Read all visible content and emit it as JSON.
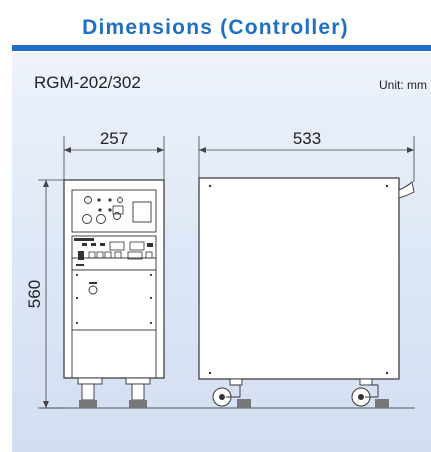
{
  "header": {
    "title": "Dimensions (Controller)"
  },
  "model": {
    "name": "RGM-202/302"
  },
  "units": {
    "label": "Unit: mm"
  },
  "dimensions": {
    "front_width": "257",
    "side_depth": "533",
    "height": "560"
  },
  "colors": {
    "accent": "#1f6fc4",
    "panel_background": "#dce6f5"
  }
}
